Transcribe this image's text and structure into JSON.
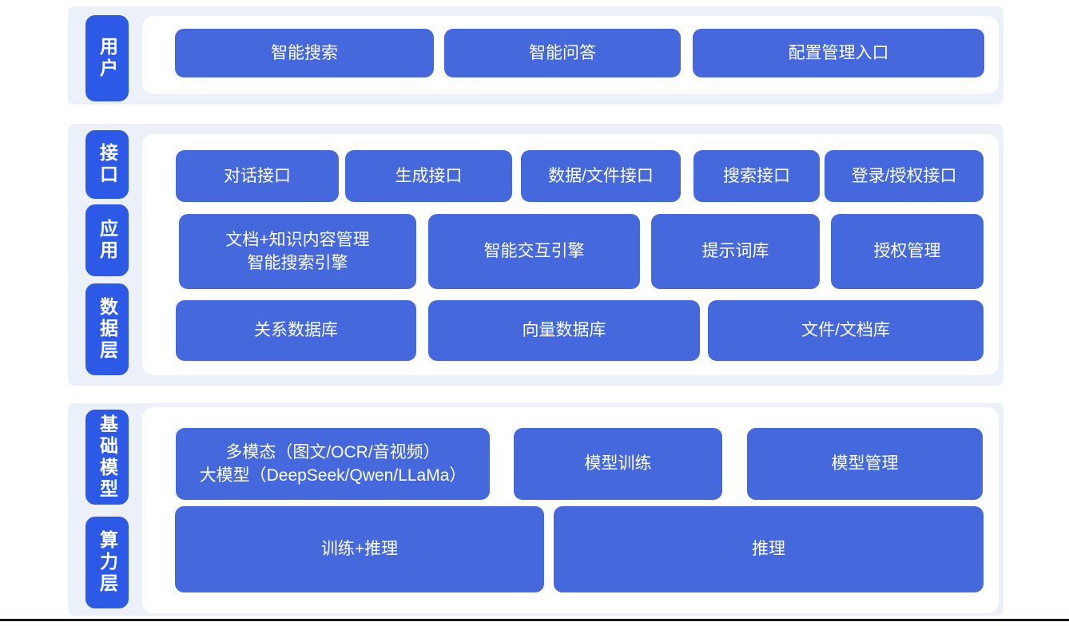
{
  "colors": {
    "tab_blue": "#2C59E6",
    "block_blue": "#4569DC",
    "panel_bg": "#ECF1F9",
    "text": "#FFFFFF",
    "footer_line": "#161616"
  },
  "sections": [
    {
      "tabs": [
        {
          "label": "用户"
        }
      ],
      "rows": [
        [
          {
            "label": "智能搜索"
          },
          {
            "label": "智能问答"
          },
          {
            "label": "配置管理入口"
          }
        ]
      ]
    },
    {
      "tabs": [
        {
          "label": "接口"
        },
        {
          "label": "应用"
        },
        {
          "label": "数据层"
        }
      ],
      "rows": [
        [
          {
            "label": "对话接口"
          },
          {
            "label": "生成接口"
          },
          {
            "label": "数据/文件接口"
          },
          {
            "label": "搜索接口"
          },
          {
            "label": "登录/授权接口"
          }
        ],
        [
          {
            "label": "文档+知识内容管理\n智能搜索引擎"
          },
          {
            "label": "智能交互引擎"
          },
          {
            "label": "提示词库"
          },
          {
            "label": "授权管理"
          }
        ],
        [
          {
            "label": "关系数据库"
          },
          {
            "label": "向量数据库"
          },
          {
            "label": "文件/文档库"
          }
        ]
      ]
    },
    {
      "tabs": [
        {
          "label": "基础模型"
        },
        {
          "label": "算力层"
        }
      ],
      "rows": [
        [
          {
            "label": "多模态（图文/OCR/音视频）\n大模型（DeepSeek/Qwen/LLaMa）"
          },
          {
            "label": "模型训练"
          },
          {
            "label": "模型管理"
          }
        ],
        [
          {
            "label": "训练+推理"
          },
          {
            "label": "推理"
          }
        ]
      ]
    }
  ]
}
